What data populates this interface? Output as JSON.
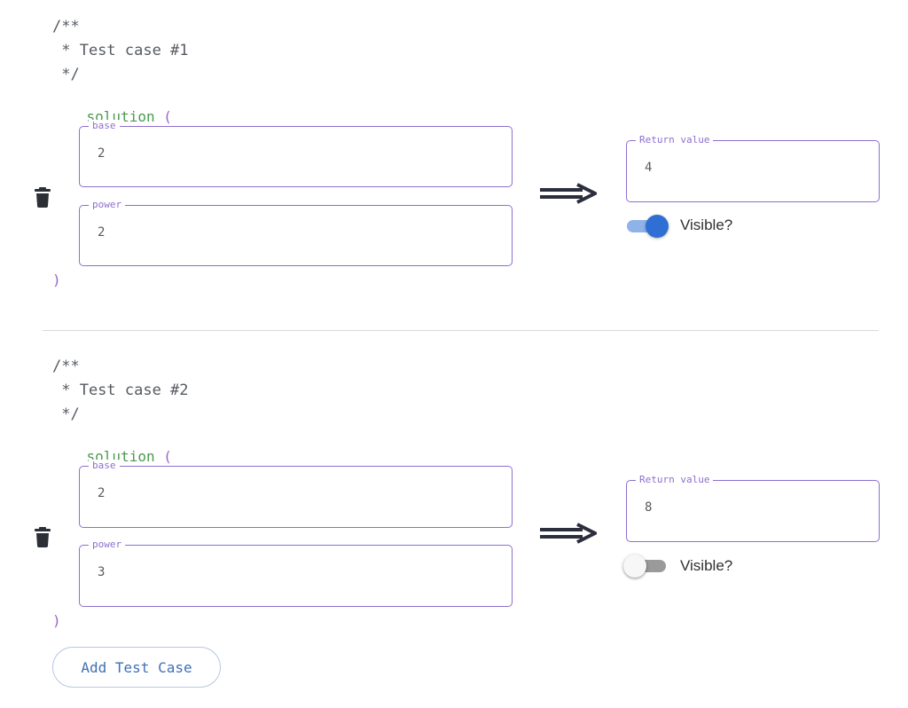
{
  "test_cases": [
    {
      "comment": "/**\n * Test case #1\n */",
      "function_name": "solution",
      "open_paren": " (",
      "close_paren": ")",
      "params": [
        {
          "label": "base",
          "value": "2"
        },
        {
          "label": "power",
          "value": "2"
        }
      ],
      "return_label": "Return value",
      "return_value": "4",
      "visible_label": "Visible?",
      "visible": true
    },
    {
      "comment": "/**\n * Test case #2\n */",
      "function_name": "solution",
      "open_paren": " (",
      "close_paren": ")",
      "params": [
        {
          "label": "base",
          "value": "2"
        },
        {
          "label": "power",
          "value": "3"
        }
      ],
      "return_label": "Return value",
      "return_value": "8",
      "visible_label": "Visible?",
      "visible": false
    }
  ],
  "add_button_label": "Add Test Case",
  "icons": {
    "delete": "trash-icon",
    "arrow": "double-right-arrow-icon"
  },
  "colors": {
    "accent": "#8e6fcf",
    "function_name": "#4a9a4e",
    "toggle_on": "#2f6fd3",
    "button_text": "#3f6fb7"
  }
}
